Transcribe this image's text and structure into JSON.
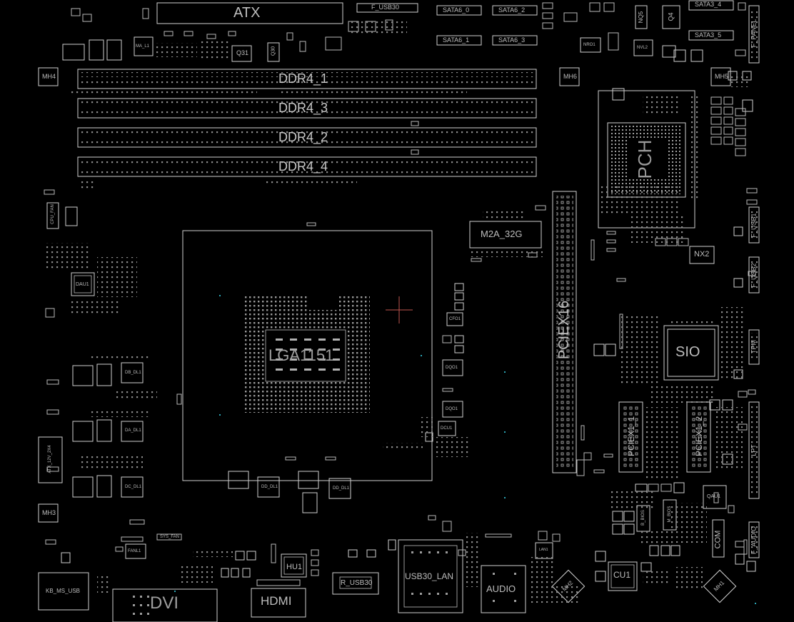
{
  "board": {
    "background": "#000000",
    "outline_color": "#cfcfcf",
    "highlight_color": "#c0564f",
    "via_color": "#2aa3b3"
  },
  "connectors": {
    "atx": "ATX",
    "f_usb30": "F_USB30",
    "sata_0": "SATA6_0",
    "sata_1": "SATA6_1",
    "sata_2": "SATA6_2",
    "sata_3": "SATA6_3",
    "sata_4": "SATA3_4",
    "sata_5": "SATA3_5",
    "f_panel": "F_PANEL",
    "f_usb1": "F_USB1",
    "f_usb2": "F_USB2",
    "tpm": "TPM",
    "lpt": "LPT",
    "com": "COM",
    "f_audio": "F_AUDIO",
    "atx_12v": "ATX_12V_2X4",
    "kb_ms_usb": "KB_MS_USB",
    "dvi": "DVI",
    "hdmi": "HDMI",
    "r_usb30": "R_USB30",
    "usb30_lan": "USB30_LAN",
    "audio": "AUDIO",
    "sys_fan": "SYS_FAN",
    "cpu_fan": "CPU_FAN"
  },
  "memory": {
    "slots": [
      "DDR4_1",
      "DDR4_3",
      "DDR4_2",
      "DDR4_4"
    ]
  },
  "chips": {
    "cpu_socket": "LGA1151",
    "pch": "PCH",
    "sio": "SIO",
    "m2": "M2A_32G",
    "pciex16": "PCIEX16",
    "pciex1_1": "PCIEX1_1",
    "pciex1_2": "PCIEX1_2",
    "hu1": "HU1",
    "cu1": "CU1",
    "dau1": "DAU1",
    "qau1": "QAU1",
    "nx2": "NX2",
    "q31": "Q31",
    "q30": "Q30",
    "q4": "Q4",
    "nq5": "NQ5",
    "b_bios": "B_BIOS",
    "m_bios": "M_BIOS",
    "ma_l1": "MA_L1",
    "nvl2": "NVL2"
  },
  "mounting_holes": {
    "mh1": "MH1",
    "mh2": "MH2",
    "mh3": "MH3",
    "mh4": "MH4",
    "mh5": "MH5",
    "mh6": "MH6"
  },
  "small_labels": {
    "dau_l1": "DA_DL1",
    "dbu_l1": "DB_DL1",
    "dcu_l1": "DC_DL1",
    "ddu_l1": "DD_DL1",
    "dd_dl1": "DD_DL1",
    "dqo1": "DQO1",
    "dqo2": "DQO1",
    "dcu1": "DCU1",
    "cfo1": "CFO1",
    "fanl1": "FANL1",
    "lan1": "LAN1",
    "nro1": "NRO1"
  }
}
